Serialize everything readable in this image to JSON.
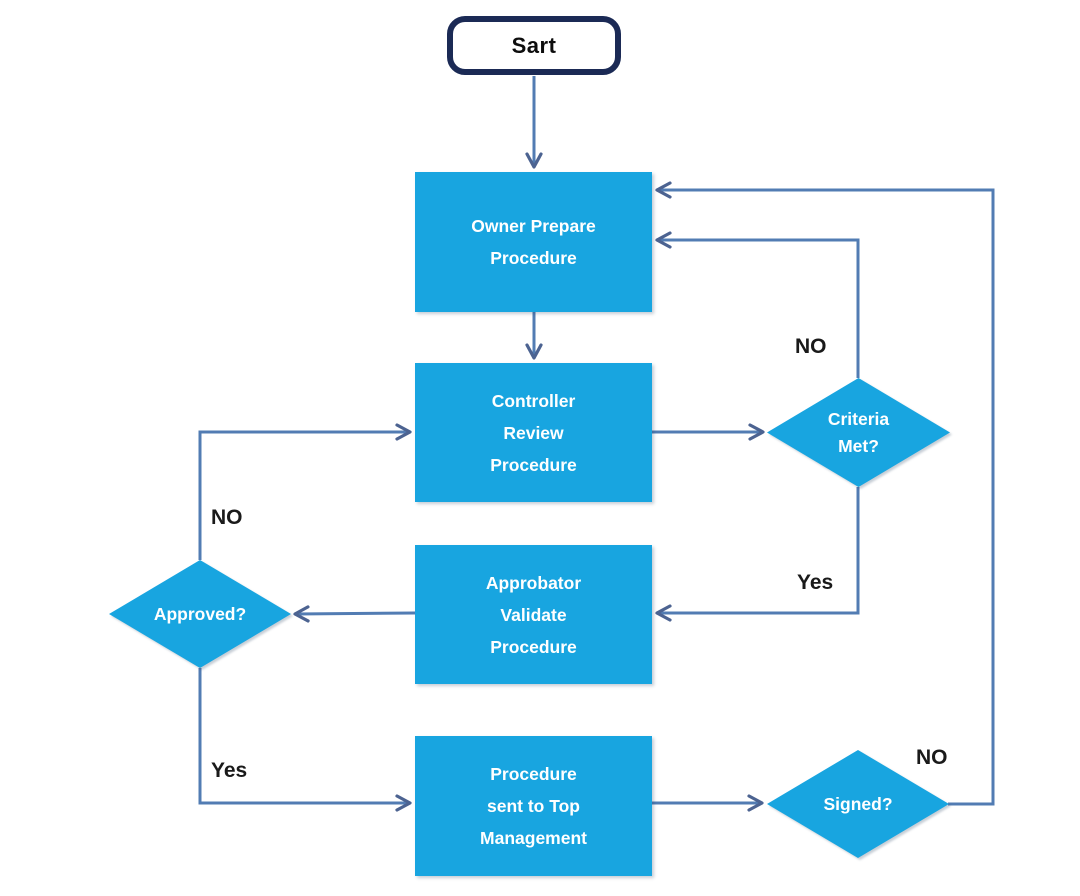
{
  "diagram": {
    "title": "procedure-approval-flowchart",
    "colors": {
      "node_fill": "#18a5e0",
      "node_text": "#ffffff",
      "start_border": "#1b2a55",
      "start_text": "#0d0d0d",
      "connector_line": "#527cb3",
      "arrowhead": "#4c6391",
      "edge_label_text": "#1a1a1a"
    },
    "nodes": {
      "start": {
        "type": "terminator",
        "label": "Sart"
      },
      "owner_prepare": {
        "type": "process",
        "label": "Owner Prepare\nProcedure"
      },
      "controller_review": {
        "type": "process",
        "label": "Controller\nReview\nProcedure"
      },
      "criteria_met": {
        "type": "decision",
        "label": "Criteria\nMet?"
      },
      "approbator_validate": {
        "type": "process",
        "label": "Approbator\nValidate\nProcedure"
      },
      "approved": {
        "type": "decision",
        "label": "Approved?"
      },
      "procedure_sent": {
        "type": "process",
        "label": "Procedure\nsent to Top\nManagement"
      },
      "signed": {
        "type": "decision",
        "label": "Signed?"
      }
    },
    "edge_labels": {
      "criteria_no": "NO",
      "criteria_yes": "Yes",
      "approved_no": "NO",
      "approved_yes": "Yes",
      "signed_no": "NO"
    },
    "edges": [
      "start -> owner_prepare",
      "owner_prepare -> controller_review",
      "controller_review -> criteria_met",
      "criteria_met -NO-> owner_prepare",
      "criteria_met -Yes-> approbator_validate",
      "approbator_validate -> approved",
      "approved -NO-> controller_review",
      "approved -Yes-> procedure_sent",
      "procedure_sent -> signed",
      "signed -NO-> owner_prepare"
    ]
  }
}
